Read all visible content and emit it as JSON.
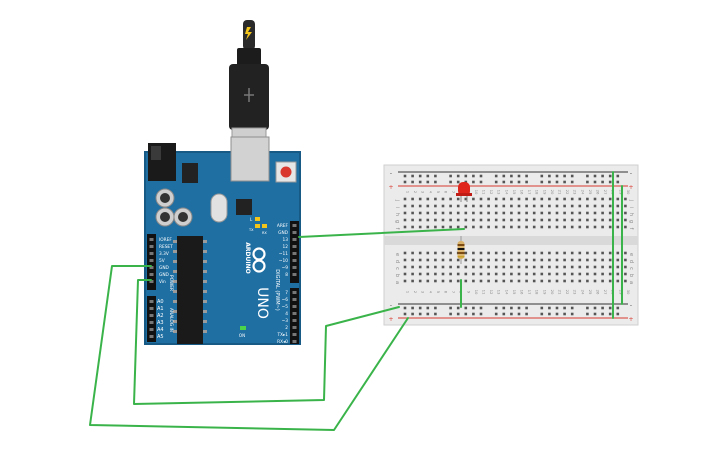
{
  "arduino": {
    "brand": "ARDUINO",
    "model": "UNO",
    "digital_label": "DIGITAL (PWM~)",
    "power_header_label": "POWER",
    "analog_header_label": "ANALOG IN",
    "on_label": "ON",
    "tx_label": "TX",
    "rx_label": "RX",
    "l_label": "L",
    "power_pins": [
      "IOREF",
      "RESET",
      "3.3V",
      "5V",
      "GND",
      "GND",
      "Vin"
    ],
    "analog_pins": [
      "A0",
      "A1",
      "A2",
      "A3",
      "A4",
      "A5"
    ],
    "top_pins": [
      "AREF",
      "GND",
      "13",
      "12",
      "~11",
      "~10",
      "~9",
      "8"
    ],
    "digital_pins": [
      "7",
      "~6",
      "~5",
      "4",
      "~3",
      "2",
      "TX▸1",
      "RX◂0"
    ]
  },
  "breadboard": {
    "row_letters_top": [
      "a",
      "b",
      "c",
      "d",
      "e"
    ],
    "row_letters_bottom": [
      "f",
      "g",
      "h",
      "i",
      "j"
    ],
    "column_numbers": [
      "1",
      "2",
      "3",
      "4",
      "5",
      "6",
      "7",
      "8",
      "9",
      "10",
      "11",
      "12",
      "13",
      "14",
      "15",
      "16",
      "17",
      "18",
      "19",
      "20",
      "21",
      "22",
      "23",
      "24",
      "25",
      "26",
      "27",
      "28",
      "29",
      "30"
    ],
    "plus": "+",
    "minus": "-"
  },
  "colors": {
    "board": "#1f6fa3",
    "board_edge": "#175a86",
    "wire": "#3ab44a",
    "led": "#e0261c",
    "rail_red": "#d8382e",
    "rail_black": "#333333",
    "breadboard": "#ebebeb",
    "power_plug": "#f3c51b"
  },
  "icons": {
    "usb": "usb-cable-icon",
    "led": "led-icon",
    "resistor": "resistor-icon",
    "arduino_logo": "infinity-logo-icon"
  }
}
